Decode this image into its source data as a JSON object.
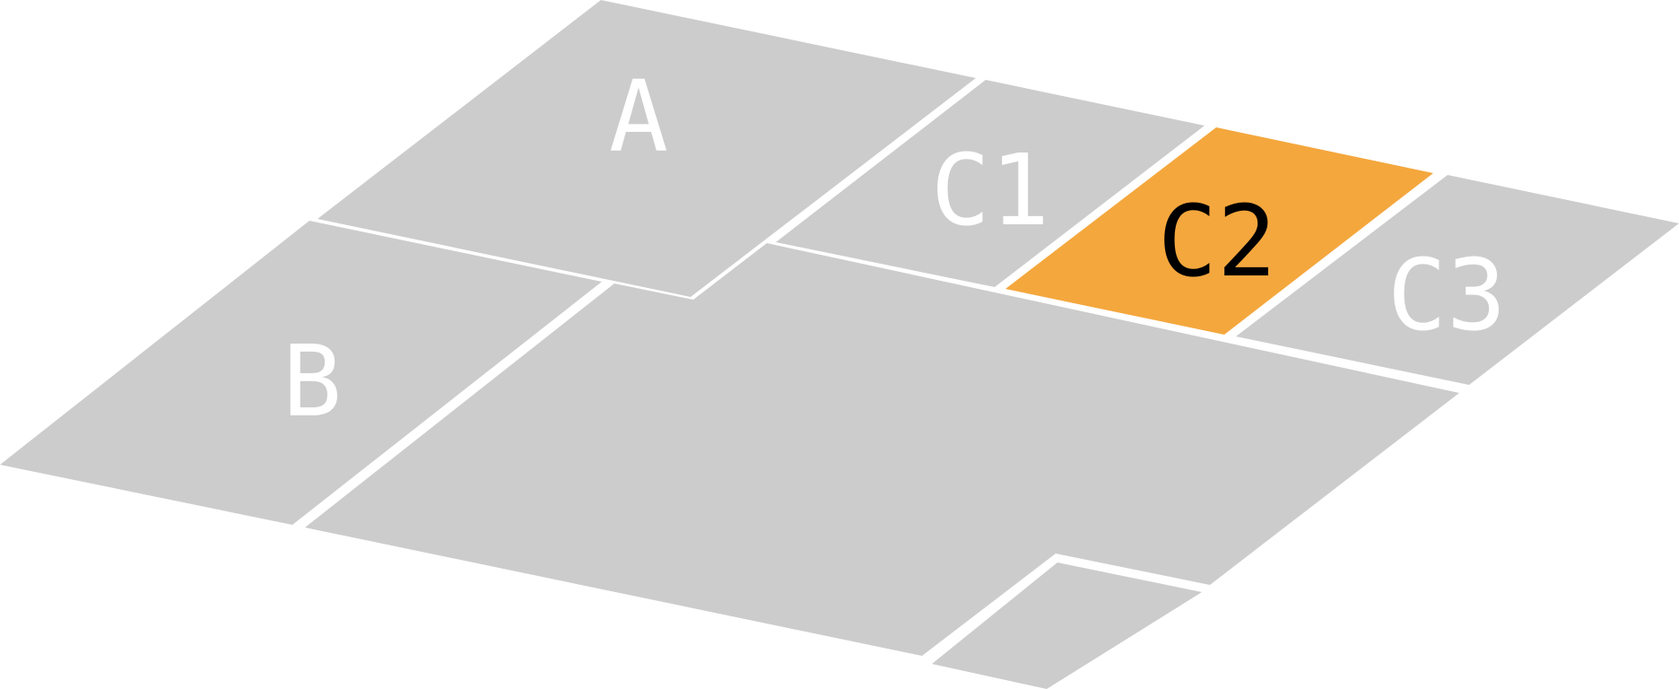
{
  "colors": {
    "zone": "#cccccc",
    "active_zone": "#f4a73d",
    "label": "#ffffff",
    "active_label": "#000000",
    "background": "#ffffff"
  },
  "zones": [
    {
      "id": "A",
      "label": "A",
      "active": false
    },
    {
      "id": "C1",
      "label": "C1",
      "active": false
    },
    {
      "id": "C2",
      "label": "C2",
      "active": true
    },
    {
      "id": "C3",
      "label": "C3",
      "active": false
    },
    {
      "id": "B",
      "label": "B",
      "active": false
    },
    {
      "id": "D",
      "label": "",
      "active": false
    },
    {
      "id": "E",
      "label": "",
      "active": false
    }
  ]
}
